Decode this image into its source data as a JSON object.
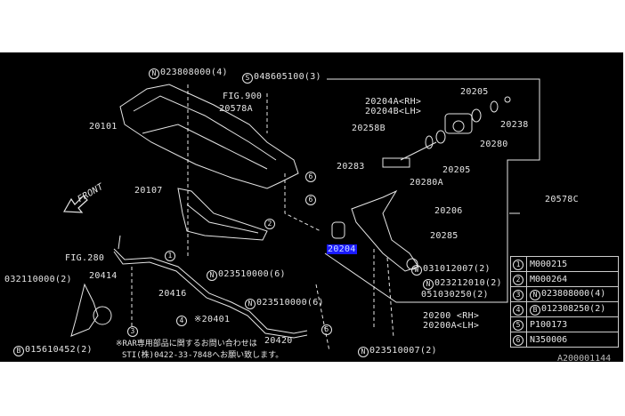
{
  "callouts": {
    "n_023808000": "023808000(4)",
    "s_048605100": "048605100(3)",
    "fig900": "FIG.900",
    "p20578A": "20578A",
    "p20101": "20101",
    "p20107": "20107",
    "front": "FRONT",
    "p20204A": "20204A<RH>",
    "p20204B": "20204B<LH>",
    "p20205a": "20205",
    "p20238": "20238",
    "p20280": "20280",
    "p20258B": "20258B",
    "p20283": "20283",
    "p20205b": "20205",
    "p20280A": "20280A",
    "p20578C": "20578C",
    "p20206": "20206",
    "p20285": "20285",
    "p20204": "20204",
    "w_031012007": "031012007(2)",
    "n_023212010": "023212010(2)",
    "p051030250": "051030250(2)",
    "p20200": "20200 <RH>",
    "p20200A": "20200A<LH>",
    "n_023510007": "023510007(2)",
    "fig280": "FIG.280",
    "p032110000": "032110000(2)",
    "p20414": "20414",
    "p20416": "20416",
    "p20401": "※20401",
    "b_015610452": "015610452(2)",
    "n_023510000a": "023510000(6)",
    "n_023510000b": "023510000(6)",
    "p20420": "20420"
  },
  "markers": {
    "N": "N",
    "S": "S",
    "W": "W",
    "B": "B",
    "one": "1",
    "two": "2",
    "three": "3",
    "four": "4",
    "five": "5",
    "six": "6"
  },
  "note": {
    "line1": "※RAR専用部品に関するお問い合わせは",
    "line2": "STI(株)0422-33-7848へお願い致します。"
  },
  "legend": [
    {
      "num": "1",
      "marker": "",
      "part": "M000215"
    },
    {
      "num": "2",
      "marker": "",
      "part": "M000264"
    },
    {
      "num": "3",
      "marker": "N",
      "part": "023808000(4)"
    },
    {
      "num": "4",
      "marker": "B",
      "part": "012308250(2)"
    },
    {
      "num": "5",
      "marker": "",
      "part": "P100173"
    },
    {
      "num": "6",
      "marker": "",
      "part": "N350006"
    }
  ],
  "diagram_code": "A200001144",
  "colors": {
    "background": "#000000",
    "line": "#e6e6e6",
    "highlight": "#1a1aff"
  }
}
